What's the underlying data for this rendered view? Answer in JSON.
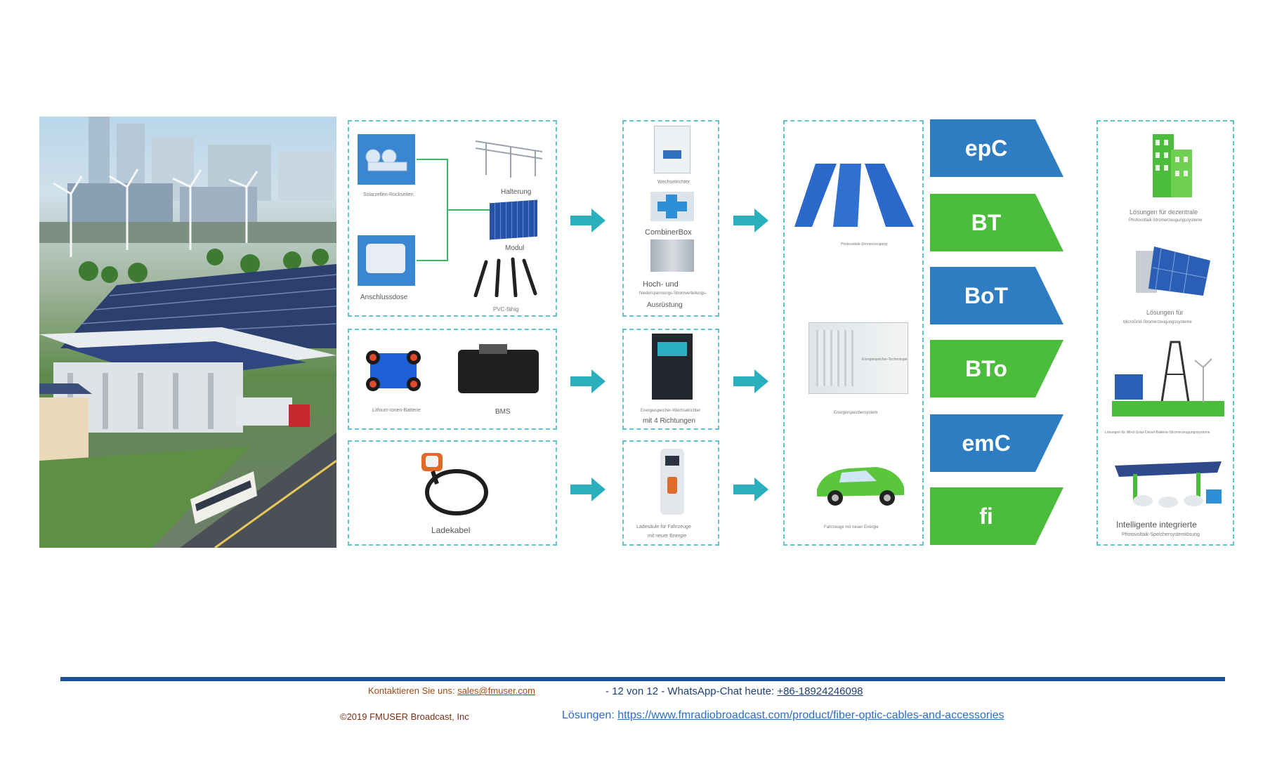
{
  "components": {
    "solar_cells": "Solarzellen-Rückseiten",
    "mount": "Halterung",
    "module": "Modul",
    "junction_box": "Anschlussdose",
    "pv_cable": "PVC-fähig",
    "battery": "Lithium-Ionen-Batterie",
    "bms": "BMS",
    "charging_cable": "Ladekabel"
  },
  "equipment": {
    "inverter": "Wechselrichter",
    "combiner": "CombinerBox",
    "hv_line1": "Hoch- und",
    "hv_line2": "Niederspannungs-Stromverteilungs-",
    "hv_line3": "Ausrüstung",
    "storage_inverter1": "Energiespeicher-Wechselrichter",
    "storage_inverter2": "mit 4 Richtungen",
    "charger1": "Ladesäule für Fahrzeuge",
    "charger2": "mit neuer Energie"
  },
  "systems": {
    "pv_plant": "Photovoltaik-Stromerzeugung",
    "storage_tech": "Energiespeicher-Technologie",
    "storage_system": "Energiespeichersystem",
    "ev": "Fahrzeuge mit neuer Energie"
  },
  "models": [
    "epC",
    "BT",
    "BoT",
    "BTo",
    "emC",
    "fi"
  ],
  "solutions": {
    "s1a": "Lösungen für dezentrale",
    "s1b": "Photovoltaik-Stromerzeugungssysteme",
    "s2a": "Lösungen für",
    "s2b": "MicroGrid-Stromerzeugungssysteme",
    "s3": "Lösungen für Wind-Solar-Diesel-Batterie-Stromerzeugungssysteme",
    "s4a": "Intelligente integrierte",
    "s4b": "Photovoltaik-Speichersystemlösung"
  },
  "footer": {
    "contact_label": "Kontaktieren Sie uns: ",
    "contact_email": "sales@fmuser.com",
    "page": "- 12 von 12 - WhatsApp-Chat heute: ",
    "phone": "+86-18924246098",
    "copyright": "©2019 FMUSER Broadcast, Inc",
    "solutions_label": "Lösungen: ",
    "solutions_url": "https://www.fmradiobroadcast.com/product/fiber-optic-cables-and-accessories"
  },
  "colors": {
    "blue": "#2e7dc3",
    "green": "#4cbc3c",
    "teal": "#2ab0bd",
    "footer_line": "#1c4f8f"
  }
}
